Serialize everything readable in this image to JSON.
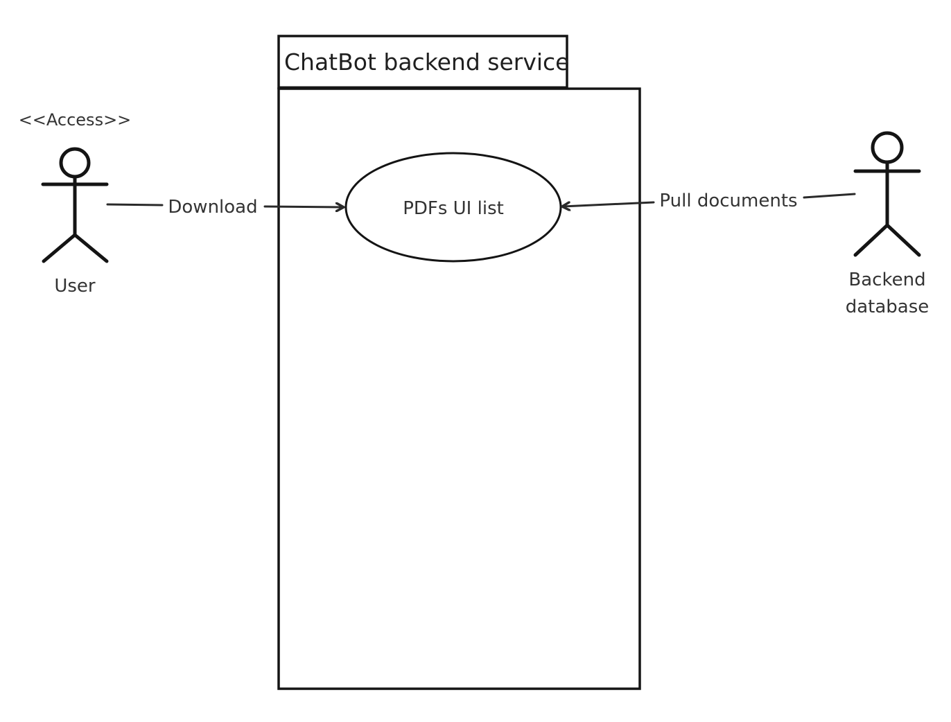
{
  "system": {
    "title": "ChatBot backend service"
  },
  "use_cases": [
    {
      "label": "PDFs UI list"
    }
  ],
  "actors": [
    {
      "stereotype": "<<Access>>",
      "name": "User",
      "icon": "stick-figure-icon"
    },
    {
      "name_line1": "Backend",
      "name_line2": "database",
      "icon": "stick-figure-icon"
    }
  ],
  "associations": [
    {
      "from": "User",
      "to": "PDFs UI list",
      "label": "Download"
    },
    {
      "from": "Backend database",
      "to": "PDFs UI list",
      "label": "Pull documents"
    }
  ],
  "colors": {
    "line": "#141414",
    "arrow": "#2a2a2a",
    "text": "#333333",
    "background": "#ffffff"
  }
}
